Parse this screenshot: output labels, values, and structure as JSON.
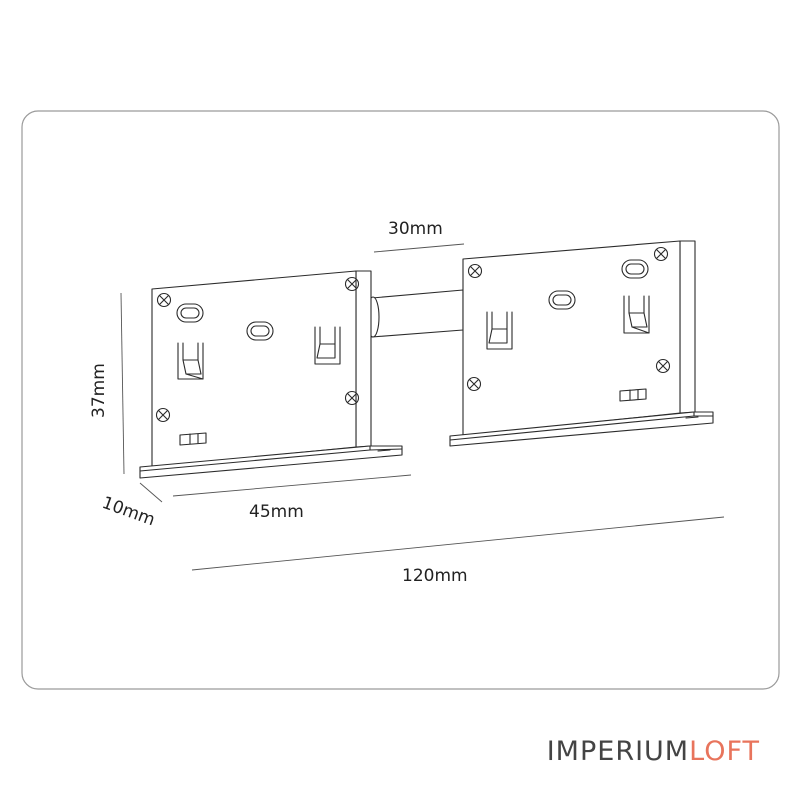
{
  "dimensions": {
    "connector_length": "30mm",
    "height": "37mm",
    "depth": "10mm",
    "module_width": "45mm",
    "total_width": "120mm"
  },
  "brand": {
    "part1": "IMPERIUM",
    "part2": "LOFT",
    "part1_color": "#444444",
    "part2_color": "#e8745c"
  },
  "icons": {
    "screw": "screw-head-icon",
    "slot": "oval-slot-icon",
    "clip": "spring-clip-icon"
  }
}
